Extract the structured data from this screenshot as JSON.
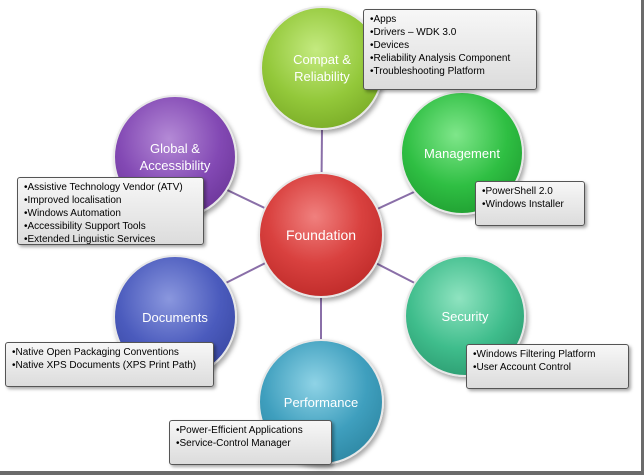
{
  "diagram": {
    "center": {
      "label": "Foundation",
      "color": "#d9413f"
    },
    "nodes": [
      {
        "id": "compat",
        "label_lines": [
          "Compat &",
          "Reliability"
        ],
        "color": "#93c83a",
        "details": [
          "•Apps",
          "•Drivers – WDK 3.0",
          "•Devices",
          "•Reliability Analysis Component",
          "•Troubleshooting Platform"
        ]
      },
      {
        "id": "management",
        "label_lines": [
          "Management"
        ],
        "color": "#2fbf43",
        "details": [
          "•PowerShell 2.0",
          "•Windows Installer"
        ]
      },
      {
        "id": "security",
        "label_lines": [
          "Security"
        ],
        "color": "#3fbd8c",
        "details": [
          "•Windows Filtering Platform",
          "•User Account Control"
        ]
      },
      {
        "id": "performance",
        "label_lines": [
          "Performance"
        ],
        "color": "#3f9fbe",
        "details": [
          "•Power-Efficient Applications",
          "•Service-Control Manager"
        ]
      },
      {
        "id": "documents",
        "label_lines": [
          "Documents"
        ],
        "color": "#4b5bbd",
        "details": [
          "•Native Open Packaging Conventions",
          "•Native XPS Documents (XPS Print Path)"
        ]
      },
      {
        "id": "global",
        "label_lines": [
          "Global &",
          "Accessibility"
        ],
        "color": "#8349b4",
        "details": [
          "•Assistive Technology Vendor (ATV)",
          "•Improved localisation",
          "•Windows Automation",
          "•Accessibility Support Tools",
          "•Extended Linguistic Services"
        ]
      }
    ],
    "connector_color": "#8a6fa8"
  }
}
